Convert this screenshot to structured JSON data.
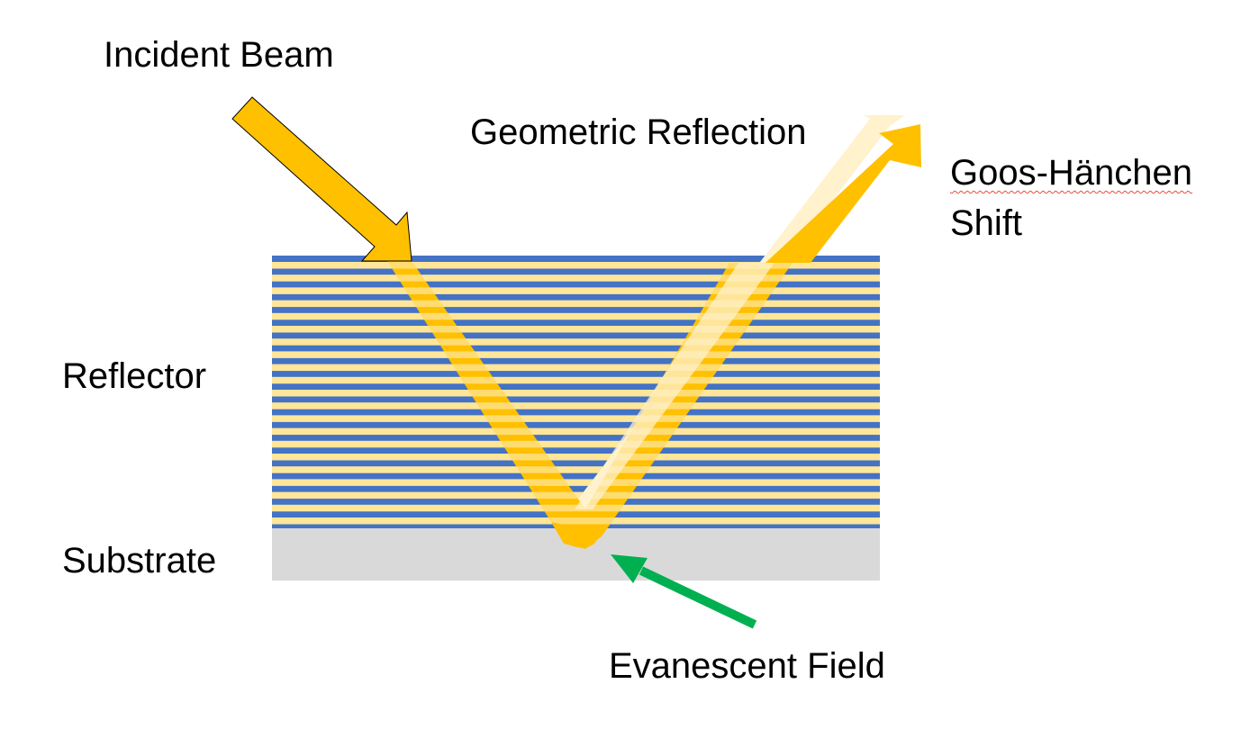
{
  "labels": {
    "incident_beam": "Incident Beam",
    "geometric_reflection": "Geometric Reflection",
    "goos_hanchen_line1": "Goos-Hänchen",
    "goos_hanchen_line2": "Shift",
    "reflector": "Reflector",
    "substrate": "Substrate",
    "evanescent_field": "Evanescent Field"
  },
  "colors": {
    "beam": "#ffc000",
    "geometric_beam": "#fff2cc",
    "blue_layer": "#4472c4",
    "yellow_layer": "#ffe699",
    "substrate": "#d9d9d9",
    "evanescent_arrow": "#00b050"
  }
}
